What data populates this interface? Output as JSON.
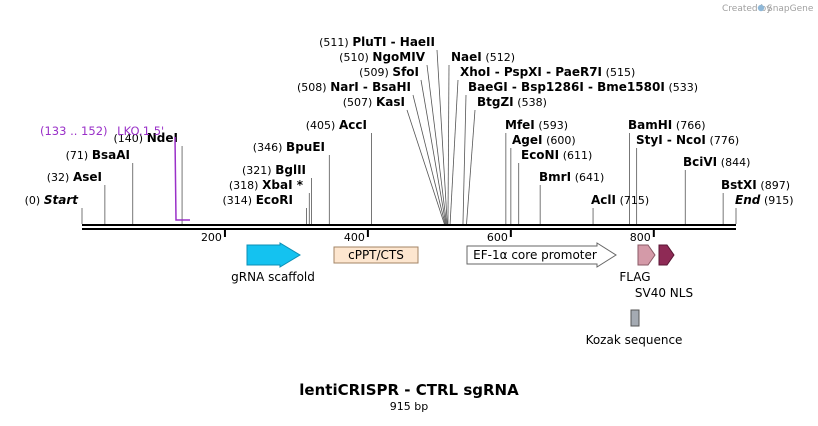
{
  "credit": {
    "text": "Created by",
    "brand": "SnapGene"
  },
  "map": {
    "title": "lentiCRISPR - CTRL sgRNA",
    "length": "915 bp"
  },
  "ruler": {
    "ticks": [
      "200",
      "400",
      "600",
      "800"
    ]
  },
  "primer": {
    "range": "(133 .. 152)",
    "name": "LKO.1 5'"
  },
  "features": [
    {
      "label": "gRNA scaffold"
    },
    {
      "label": "cPPT/CTS"
    },
    {
      "label": "EF-1α core promoter"
    },
    {
      "label": "FLAG"
    },
    {
      "label": "SV40 NLS"
    },
    {
      "label": "Kozak sequence"
    }
  ],
  "sites_left": [
    {
      "pos": "(0)",
      "names": [
        "Start"
      ],
      "italic": true
    },
    {
      "pos": "(32)",
      "names": [
        "AseI"
      ]
    },
    {
      "pos": "(71)",
      "names": [
        "BsaAI"
      ]
    },
    {
      "pos": "(140)",
      "names": [
        "NdeI"
      ]
    },
    {
      "pos": "(314)",
      "names": [
        "EcoRI"
      ]
    },
    {
      "pos": "(318)",
      "names": [
        "XbaI *"
      ]
    },
    {
      "pos": "(321)",
      "names": [
        "BglII"
      ]
    },
    {
      "pos": "(346)",
      "names": [
        "BpuEI"
      ]
    },
    {
      "pos": "(405)",
      "names": [
        "AccI"
      ]
    },
    {
      "pos": "(507)",
      "names": [
        "KasI"
      ]
    },
    {
      "pos": "(508)",
      "names": [
        "NarI",
        "BsaHI"
      ]
    },
    {
      "pos": "(509)",
      "names": [
        "SfoI"
      ]
    },
    {
      "pos": "(510)",
      "names": [
        "NgoMIV"
      ]
    },
    {
      "pos": "(511)",
      "names": [
        "PluTI",
        "HaeII"
      ]
    }
  ],
  "sites_right": [
    {
      "pos": "(512)",
      "names": [
        "NaeI"
      ]
    },
    {
      "pos": "(515)",
      "names": [
        "XhoI",
        "PspXI",
        "PaeR7I"
      ]
    },
    {
      "pos": "(533)",
      "names": [
        "BaeGI",
        "Bsp1286I",
        "Bme1580I"
      ]
    },
    {
      "pos": "(538)",
      "names": [
        "BtgZI"
      ]
    },
    {
      "pos": "(593)",
      "names": [
        "MfeI"
      ]
    },
    {
      "pos": "(600)",
      "names": [
        "AgeI"
      ]
    },
    {
      "pos": "(611)",
      "names": [
        "EcoNI"
      ]
    },
    {
      "pos": "(641)",
      "names": [
        "BmrI"
      ]
    },
    {
      "pos": "(715)",
      "names": [
        "AclI"
      ]
    },
    {
      "pos": "(766)",
      "names": [
        "BamHI"
      ]
    },
    {
      "pos": "(776)",
      "names": [
        "StyI",
        "NcoI"
      ]
    },
    {
      "pos": "(844)",
      "names": [
        "BciVI"
      ]
    },
    {
      "pos": "(897)",
      "names": [
        "BstXI"
      ]
    },
    {
      "pos": "(915)",
      "names": [
        "End"
      ],
      "italic": true
    }
  ]
}
